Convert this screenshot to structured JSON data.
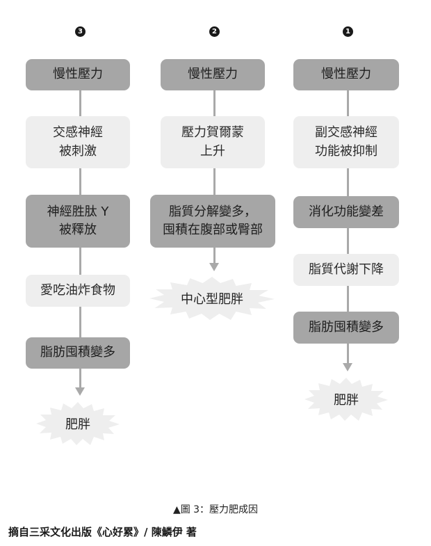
{
  "columns": [
    {
      "number": "3",
      "steps": [
        "慢性壓力",
        "交感神經\n被刺激",
        "神經胜肽 Y\n被釋放",
        "愛吃油炸食物",
        "脂肪囤積變多"
      ],
      "result": "肥胖"
    },
    {
      "number": "2",
      "steps": [
        "慢性壓力",
        "壓力賀爾蒙\n上升",
        "脂質分解變多，\n囤積在腹部或臀部"
      ],
      "result": "中心型肥胖"
    },
    {
      "number": "1",
      "steps": [
        "慢性壓力",
        "副交感神經\n功能被抑制",
        "消化功能變差",
        "脂質代謝下降",
        "脂肪囤積變多"
      ],
      "result": "肥胖"
    }
  ],
  "colors": {
    "dark_box": "#a6a6a6",
    "light_box": "#eeeeee",
    "connector": "#a9a9a9"
  },
  "caption": "▲圖 3：壓力肥成因",
  "credit": "摘自三采文化出版《心好累》/  陳鱗伊 著"
}
